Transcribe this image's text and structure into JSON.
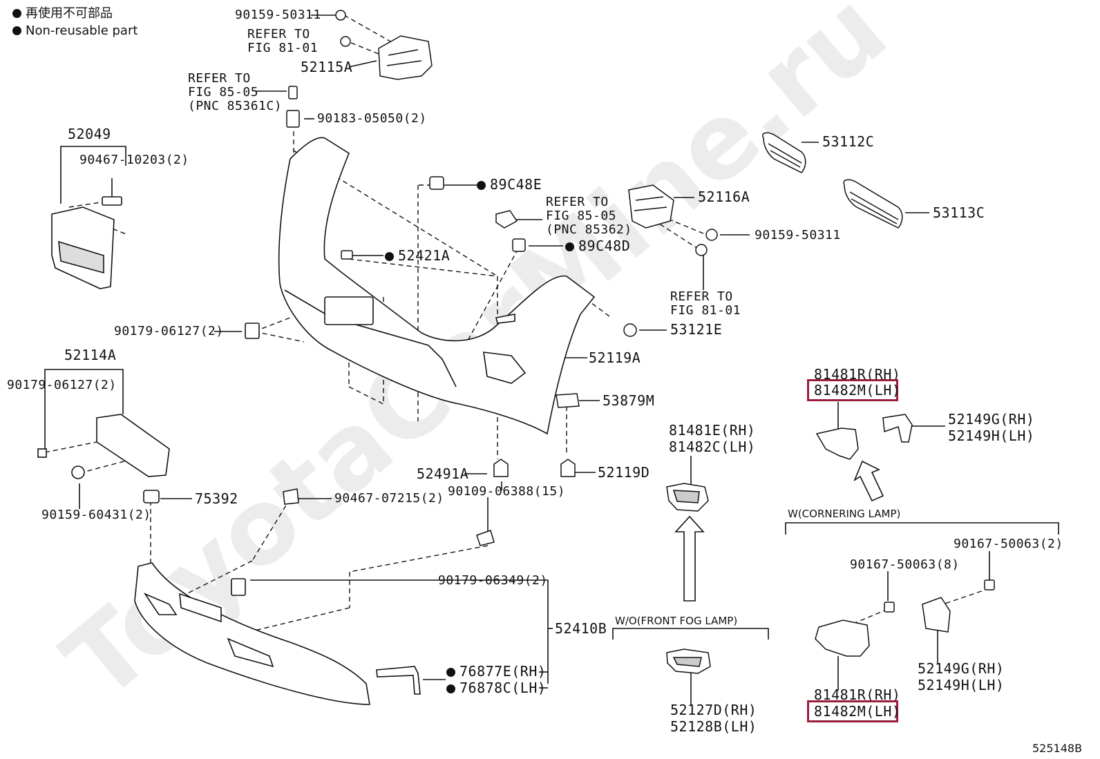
{
  "legend": {
    "items": [
      {
        "text": "再使用不可部品"
      },
      {
        "text": "Non-reusable part"
      }
    ]
  },
  "watermark": "ToyotaCarMine.ru",
  "diagram_id": "525148B",
  "labels": {
    "l01": "90159-50311",
    "l02a": "REFER TO",
    "l02b": "FIG 81-01",
    "l03": "52115A",
    "l04a": "REFER TO",
    "l04b": "FIG 85-05",
    "l04c": "(PNC 85361C)",
    "l05": "90183-05050(2)",
    "l06": "52049",
    "l07": "90467-10203(2)",
    "l08": "89C48E",
    "l09a": "REFER TO",
    "l09b": "FIG 85-05",
    "l09c": "(PNC 85362)",
    "l10": "89C48D",
    "l11": "52421A",
    "l12": "52116A",
    "l13": "90159-50311",
    "l14a": "REFER TO",
    "l14b": "FIG 81-01",
    "l15": "53112C",
    "l16": "53113C",
    "l17": "53121E",
    "l18": "90179-06127(2)",
    "l19": "52119A",
    "l20": "52114A",
    "l21": "90179-06127(2)",
    "l22": "53879M",
    "l23": "52491A",
    "l24": "90109-06388(15)",
    "l25": "52119D",
    "l26": "90159-60431(2)",
    "l27": "75392",
    "l28": "90467-07215(2)",
    "l29a": "81481E(RH)",
    "l29b": "81482C(LH)",
    "l30a": "81481R(RH)",
    "l30b": "81482M(LH)",
    "l31a": "52149G(RH)",
    "l31b": "52149H(LH)",
    "l32": "W(CORNERING LAMP)",
    "l33": "90167-50063(2)",
    "l34": "90167-50063(8)",
    "l35": "90179-06349(2)",
    "l36": "52410B",
    "l37": "W/O(FRONT FOG LAMP)",
    "l38a": "76877E(RH)",
    "l38b": "76878C(LH)",
    "l39a": "52149G(RH)",
    "l39b": "52149H(LH)",
    "l40a": "52127D(RH)",
    "l40b": "52128B(LH)",
    "l41a": "81481R(RH)",
    "l41b": "81482M(LH)"
  },
  "colors": {
    "highlight": "#9b1c3a",
    "ink": "#111111",
    "watermark": "#e8e8e8"
  }
}
